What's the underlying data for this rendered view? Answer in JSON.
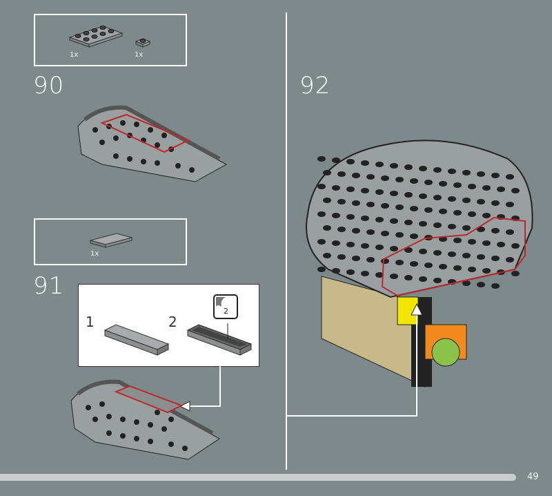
{
  "steps": [
    {
      "number": "90",
      "parts": [
        {
          "qty": "1x"
        },
        {
          "qty": "1x"
        }
      ]
    },
    {
      "number": "91",
      "parts": [
        {
          "qty": "1x"
        }
      ],
      "substeps": [
        "1",
        "2"
      ],
      "sticker": "2"
    },
    {
      "number": "92"
    }
  ],
  "page_number": "49",
  "colors": {
    "background": "#7e898b",
    "highlight": "#c0272d"
  }
}
